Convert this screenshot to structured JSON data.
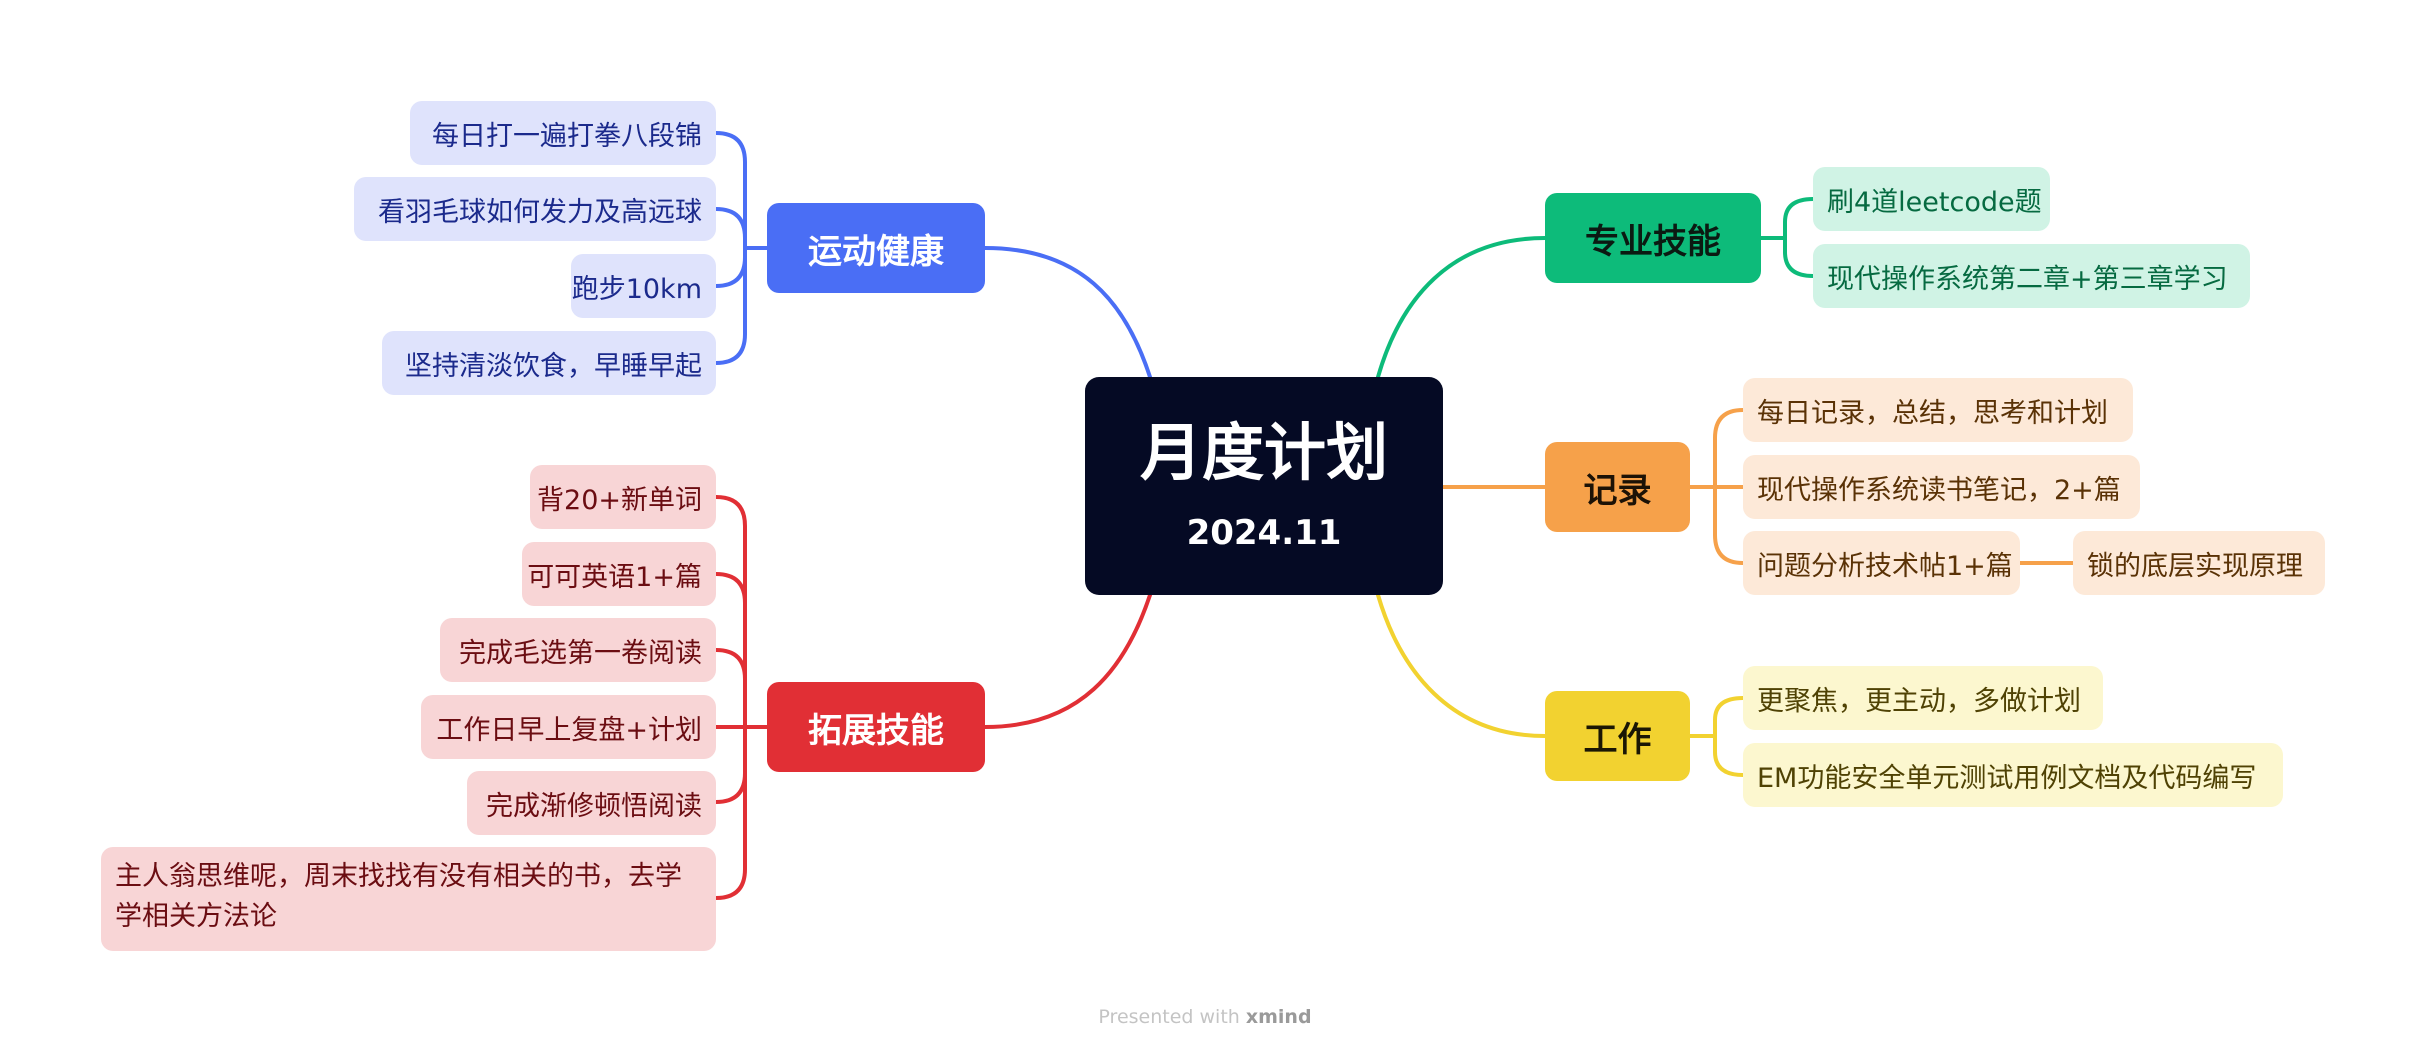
{
  "central": {
    "title": "月度计划",
    "subtitle": "2024.11"
  },
  "colors": {
    "health": "#4a6ef5",
    "expand": "#e12f35",
    "pro": "#0dbb7a",
    "record": "#f6a14a",
    "work": "#f2d230"
  },
  "branches": {
    "health": {
      "label": "运动健康",
      "items": [
        "每日打一遍打拳八段锦",
        "看羽毛球如何发力及高远球",
        "跑步10km",
        "坚持清淡饮食，早睡早起"
      ]
    },
    "expand": {
      "label": "拓展技能",
      "items": [
        "背20+新单词",
        "可可英语1+篇",
        "完成毛选第一卷阅读",
        "工作日早上复盘+计划",
        "完成渐修顿悟阅读",
        "主人翁思维呢，周末找找有没有相关的书，去学学相关方法论"
      ]
    },
    "pro": {
      "label": "专业技能",
      "items": [
        "刷4道leetcode题",
        "现代操作系统第二章+第三章学习"
      ]
    },
    "record": {
      "label": "记录",
      "items": [
        "每日记录，总结，思考和计划",
        "现代操作系统读书笔记，2+篇",
        "问题分析技术帖1+篇"
      ],
      "subitem": "锁的底层实现原理"
    },
    "work": {
      "label": "工作",
      "items": [
        "更聚焦，更主动，多做计划",
        "EM功能安全单元测试用例文档及代码编写"
      ]
    }
  },
  "footer": {
    "prefix": "Presented with",
    "brand": "xmind"
  }
}
